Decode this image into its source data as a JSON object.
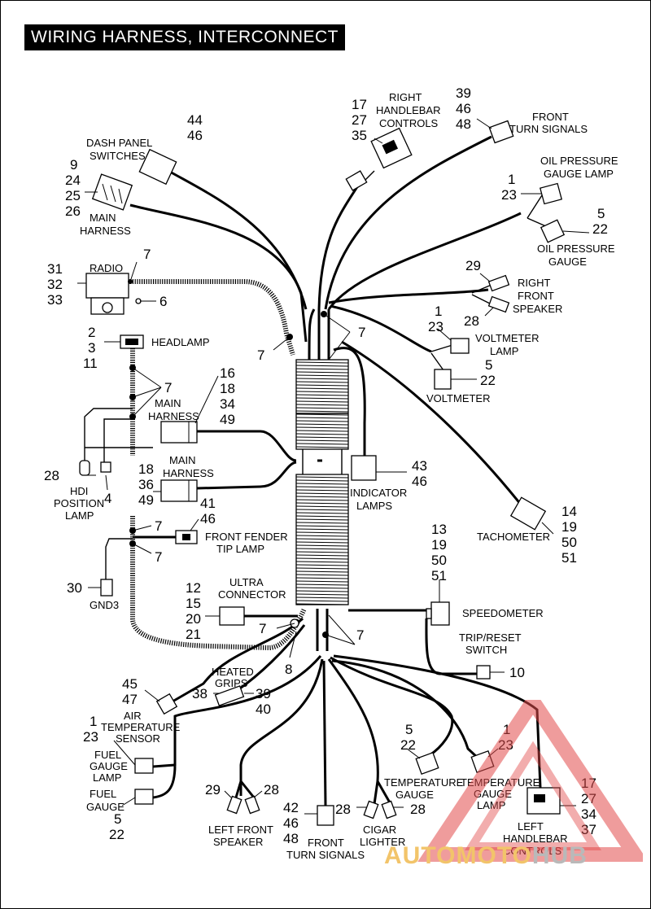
{
  "title": "WIRING HARNESS, INTERCONNECT",
  "labels": {
    "dash_panel": [
      "DASH PANEL",
      "SWITCHES"
    ],
    "main_harness_top": [
      "MAIN",
      "HARNESS"
    ],
    "radio": "RADIO",
    "headlamp": "HEADLAMP",
    "main_harness_mid": [
      "MAIN",
      "HARNESS"
    ],
    "main_harness_low": [
      "MAIN",
      "HARNESS"
    ],
    "hdi": [
      "HDI",
      "POSITION",
      "LAMP"
    ],
    "gnd3": "GND3",
    "front_fender": [
      "FRONT FENDER",
      "TIP LAMP"
    ],
    "ultra": [
      "ULTRA",
      "CONNECTOR"
    ],
    "heated_grips": [
      "HEATED",
      "GRIPS"
    ],
    "air_temp": [
      "AIR",
      "TEMPERATURE",
      "SENSOR"
    ],
    "fuel_gauge_lamp": [
      "FUEL",
      "GAUGE",
      "LAMP"
    ],
    "fuel_gauge": [
      "FUEL",
      "GAUGE"
    ],
    "left_front_speaker": [
      "LEFT FRONT",
      "SPEAKER"
    ],
    "front_turn_bottom": [
      "FRONT",
      "TURN SIGNALS"
    ],
    "cigar": [
      "CIGAR",
      "LIGHTER"
    ],
    "temp_gauge": [
      "TEMPERATURE",
      "GAUGE"
    ],
    "temp_gauge_lamp": [
      "TEMPERATURE",
      "GAUGE",
      "LAMP"
    ],
    "left_handlebar": [
      "LEFT",
      "HANDLEBAR",
      "CONTROLS"
    ],
    "right_handlebar": [
      "RIGHT",
      "HANDLEBAR",
      "CONTROLS"
    ],
    "front_turn_top": [
      "FRONT",
      "TURN SIGNALS"
    ],
    "oil_press_lamp": [
      "OIL PRESSURE",
      "GAUGE LAMP"
    ],
    "oil_press_gauge": [
      "OIL PRESSURE",
      "GAUGE"
    ],
    "right_front_speaker": [
      "RIGHT",
      "FRONT",
      "SPEAKER"
    ],
    "voltmeter_lamp": [
      "VOLTMETER",
      "LAMP"
    ],
    "voltmeter": "VOLTMETER",
    "indicator": [
      "INDICATOR",
      "LAMPS"
    ],
    "tachometer": "TACHOMETER",
    "speedometer": "SPEEDOMETER",
    "trip_reset": [
      "TRIP/RESET",
      "SWITCH"
    ]
  },
  "callouts": {
    "dash_panel": [
      "44",
      "46"
    ],
    "main_harness_top": [
      "9",
      "24",
      "25",
      "26"
    ],
    "radio": [
      "31",
      "32",
      "33"
    ],
    "radio_clip": "7",
    "radio_screw": "6",
    "headlamp": [
      "2",
      "3",
      "11"
    ],
    "clip_upper_left": "7",
    "clip_main_bundle": "7",
    "clip_harness_left": "7",
    "main_harness_mid": [
      "16",
      "18",
      "34",
      "49"
    ],
    "main_harness_low": [
      "18",
      "36",
      "49"
    ],
    "hdi": "28",
    "hdi_socket": "4",
    "fender_clip_a": "7",
    "fender_clip_b": "7",
    "front_fender": [
      "41",
      "46"
    ],
    "gnd3": "30",
    "ultra": [
      "12",
      "15",
      "20",
      "21"
    ],
    "clip_lower_mid": "7",
    "clip_lower_right": "7",
    "lower_screw": "8",
    "heated_grips_left": "38",
    "heated_grips_right": [
      "39",
      "40"
    ],
    "air_temp": [
      "45",
      "47"
    ],
    "fuel_gauge_lamp": [
      "1",
      "23"
    ],
    "fuel_gauge": [
      "5",
      "22"
    ],
    "left_speaker_a": "29",
    "left_speaker_b": "28",
    "front_turn_bottom": [
      "42",
      "46",
      "48"
    ],
    "cigar_a": "28",
    "cigar_b": "28",
    "temp_gauge": [
      "5",
      "22"
    ],
    "temp_gauge_lamp": [
      "1",
      "23"
    ],
    "left_handlebar": [
      "17",
      "27",
      "34",
      "37"
    ],
    "right_handlebar": [
      "17",
      "27",
      "35"
    ],
    "front_turn_top": [
      "39",
      "46",
      "48"
    ],
    "oil_press_lamp": [
      "1",
      "23"
    ],
    "oil_press_gauge": [
      "5",
      "22"
    ],
    "right_speaker_a": "29",
    "right_speaker_b": "28",
    "voltmeter_lamp": [
      "1",
      "23"
    ],
    "voltmeter": [
      "5",
      "22"
    ],
    "indicator": [
      "43",
      "46"
    ],
    "tachometer": [
      "14",
      "19",
      "50",
      "51"
    ],
    "speedometer": [
      "13",
      "19",
      "50",
      "51"
    ],
    "trip_reset": "10"
  },
  "watermark": {
    "part_a": "AUTOMOTO",
    "part_b": "HUB"
  }
}
